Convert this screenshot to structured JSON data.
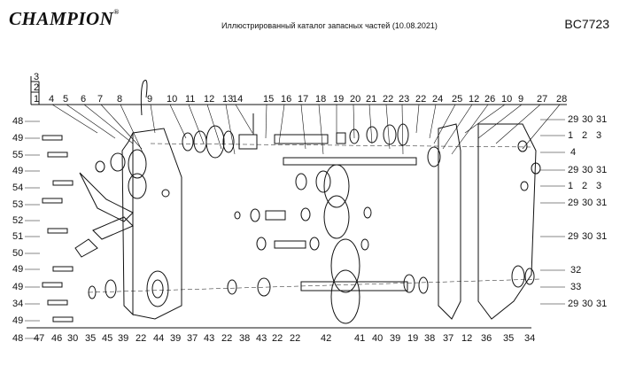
{
  "header": {
    "brand": "CHAMPION",
    "brand_mark": "®",
    "title": "Иллюстрированный каталог запасных частей (10.08.2021)",
    "model": "BC7723"
  },
  "diagram": {
    "top_labels": [
      "4",
      "5",
      "6",
      "7",
      "8",
      "9",
      "10",
      "11",
      "12",
      "13",
      "14",
      "15",
      "16",
      "17",
      "18",
      "19",
      "20",
      "21",
      "22",
      "23",
      "22",
      "24",
      "25",
      "12",
      "26",
      "10",
      "9",
      "27",
      "28"
    ],
    "stack_labels": [
      "3",
      "2",
      "1"
    ],
    "left_labels": [
      "48",
      "49",
      "55",
      "49",
      "54",
      "53",
      "52",
      "51",
      "50",
      "49",
      "49",
      "34",
      "49",
      "48"
    ],
    "bottom_labels": [
      "47",
      "46",
      "30",
      "35",
      "45",
      "39",
      "22",
      "44",
      "39",
      "37",
      "43",
      "22",
      "38",
      "43",
      "22",
      "22",
      "42",
      "41",
      "40",
      "39",
      "19",
      "38",
      "37",
      "12",
      "36",
      "35",
      "34"
    ],
    "right_labels": [
      [
        "29",
        "30",
        "31"
      ],
      [
        "1",
        "2",
        "3"
      ],
      [
        "4"
      ],
      [
        "29",
        "30",
        "31"
      ],
      [
        "1",
        "2",
        "3"
      ],
      [
        "29",
        "30",
        "31"
      ],
      [
        "29",
        "30",
        "31"
      ],
      [
        "32"
      ],
      [
        "33"
      ],
      [
        "29",
        "30",
        "31"
      ]
    ]
  }
}
